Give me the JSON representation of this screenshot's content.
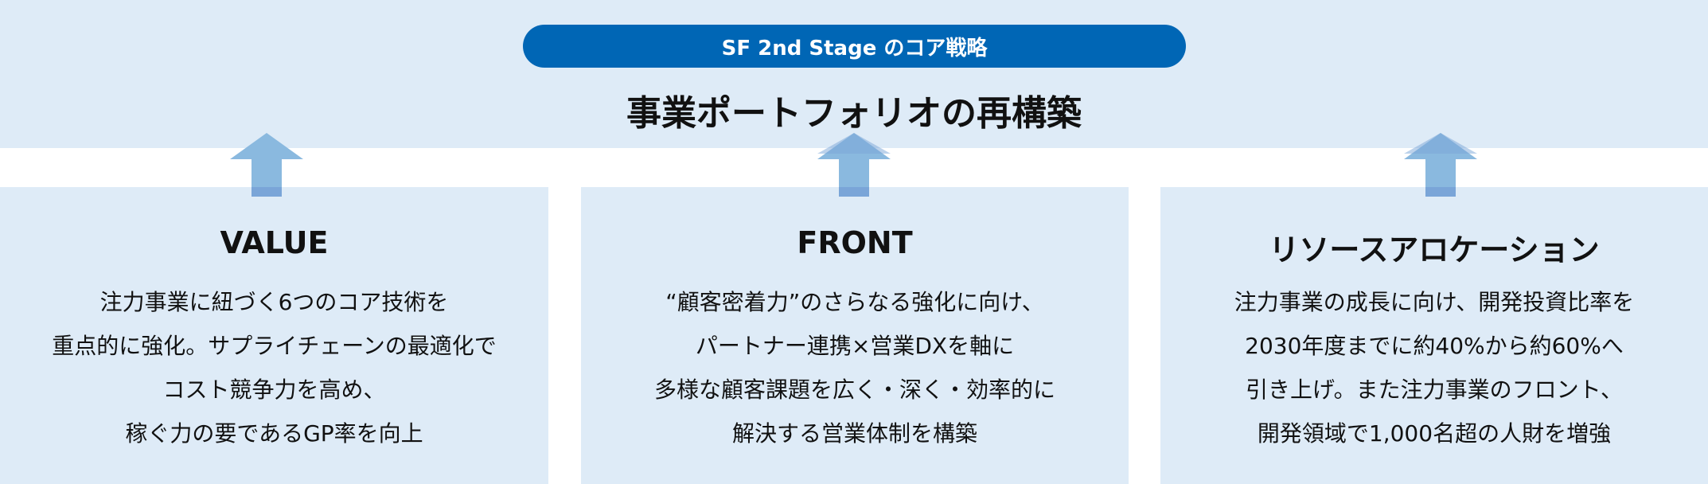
{
  "header": {
    "badge": "SF 2nd Stage のコア戦略",
    "title": "事業ポートフォリオの再構築"
  },
  "pillars": [
    {
      "heading": "VALUE",
      "lines": [
        "注力事業に紐づく6つのコア技術を",
        "重点的に強化。サプライチェーンの最適化で",
        "コスト競争力を高め、",
        "稼ぐ力の要であるGP率を向上"
      ]
    },
    {
      "heading": "FRONT",
      "lines": [
        "“顧客密着力”のさらなる強化に向け、",
        "パートナー連携×営業DXを軸に",
        "多様な顧客課題を広く・深く・効率的に",
        "解決する営業体制を構築"
      ]
    },
    {
      "heading": "リソースアロケーション",
      "lines": [
        "注力事業の成長に向け、開発投資比率を",
        "2030年度までに約40%から約60%へ",
        "引き上げ。また注力事業のフロント、",
        "開発領域で1,000名超の人財を増強"
      ]
    }
  ],
  "colors": {
    "background": "#deebf7",
    "badge": "#0066b5",
    "arrow": "#8ab9df",
    "arrow_overlap": "#7aa5d8"
  }
}
